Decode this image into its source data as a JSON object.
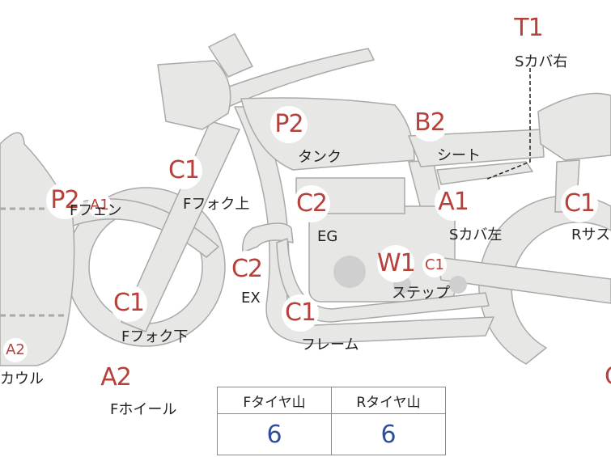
{
  "diagram": {
    "colors": {
      "part_fill": "#e7e7e5",
      "part_stroke": "#a9a9a7",
      "tag_text": "#b5413a",
      "value_text": "#2f4f9a"
    },
    "markers": [
      {
        "id": "T1",
        "code": "T1",
        "label": "Sカバ右"
      },
      {
        "id": "P2-tank",
        "code": "P2",
        "label": "タンク"
      },
      {
        "id": "B2",
        "code": "B2",
        "label": "シート"
      },
      {
        "id": "C1-ffork-top",
        "code": "C1",
        "label": "Fフォク上"
      },
      {
        "id": "C2-eg",
        "code": "C2",
        "label": "EG"
      },
      {
        "id": "A1-scover-left",
        "code": "A1",
        "label": "Sカバ左"
      },
      {
        "id": "C1-rsus",
        "code": "C1",
        "label": "Rサス"
      },
      {
        "id": "P2-ffender",
        "code": "P2",
        "label": "Fフェン"
      },
      {
        "id": "A1-ffender",
        "code": "A1",
        "label": ""
      },
      {
        "id": "C2-ex",
        "code": "C2",
        "label": "EX"
      },
      {
        "id": "W1",
        "code": "W1",
        "label": "ステップ"
      },
      {
        "id": "C1-step",
        "code": "C1",
        "label": ""
      },
      {
        "id": "C1-ffork-bottom",
        "code": "C1",
        "label": "Fフォク下"
      },
      {
        "id": "C1-frame",
        "code": "C1",
        "label": "フレーム"
      },
      {
        "id": "A2-fwheel",
        "code": "A2",
        "label": "Fホイール"
      },
      {
        "id": "A2-cowl",
        "code": "A2",
        "label": "カウル"
      },
      {
        "id": "C-right",
        "code": "C",
        "label": ""
      }
    ]
  },
  "tire_table": {
    "headers": [
      "Fタイヤ山",
      "Rタイヤ山"
    ],
    "values": [
      "6",
      "6"
    ]
  }
}
